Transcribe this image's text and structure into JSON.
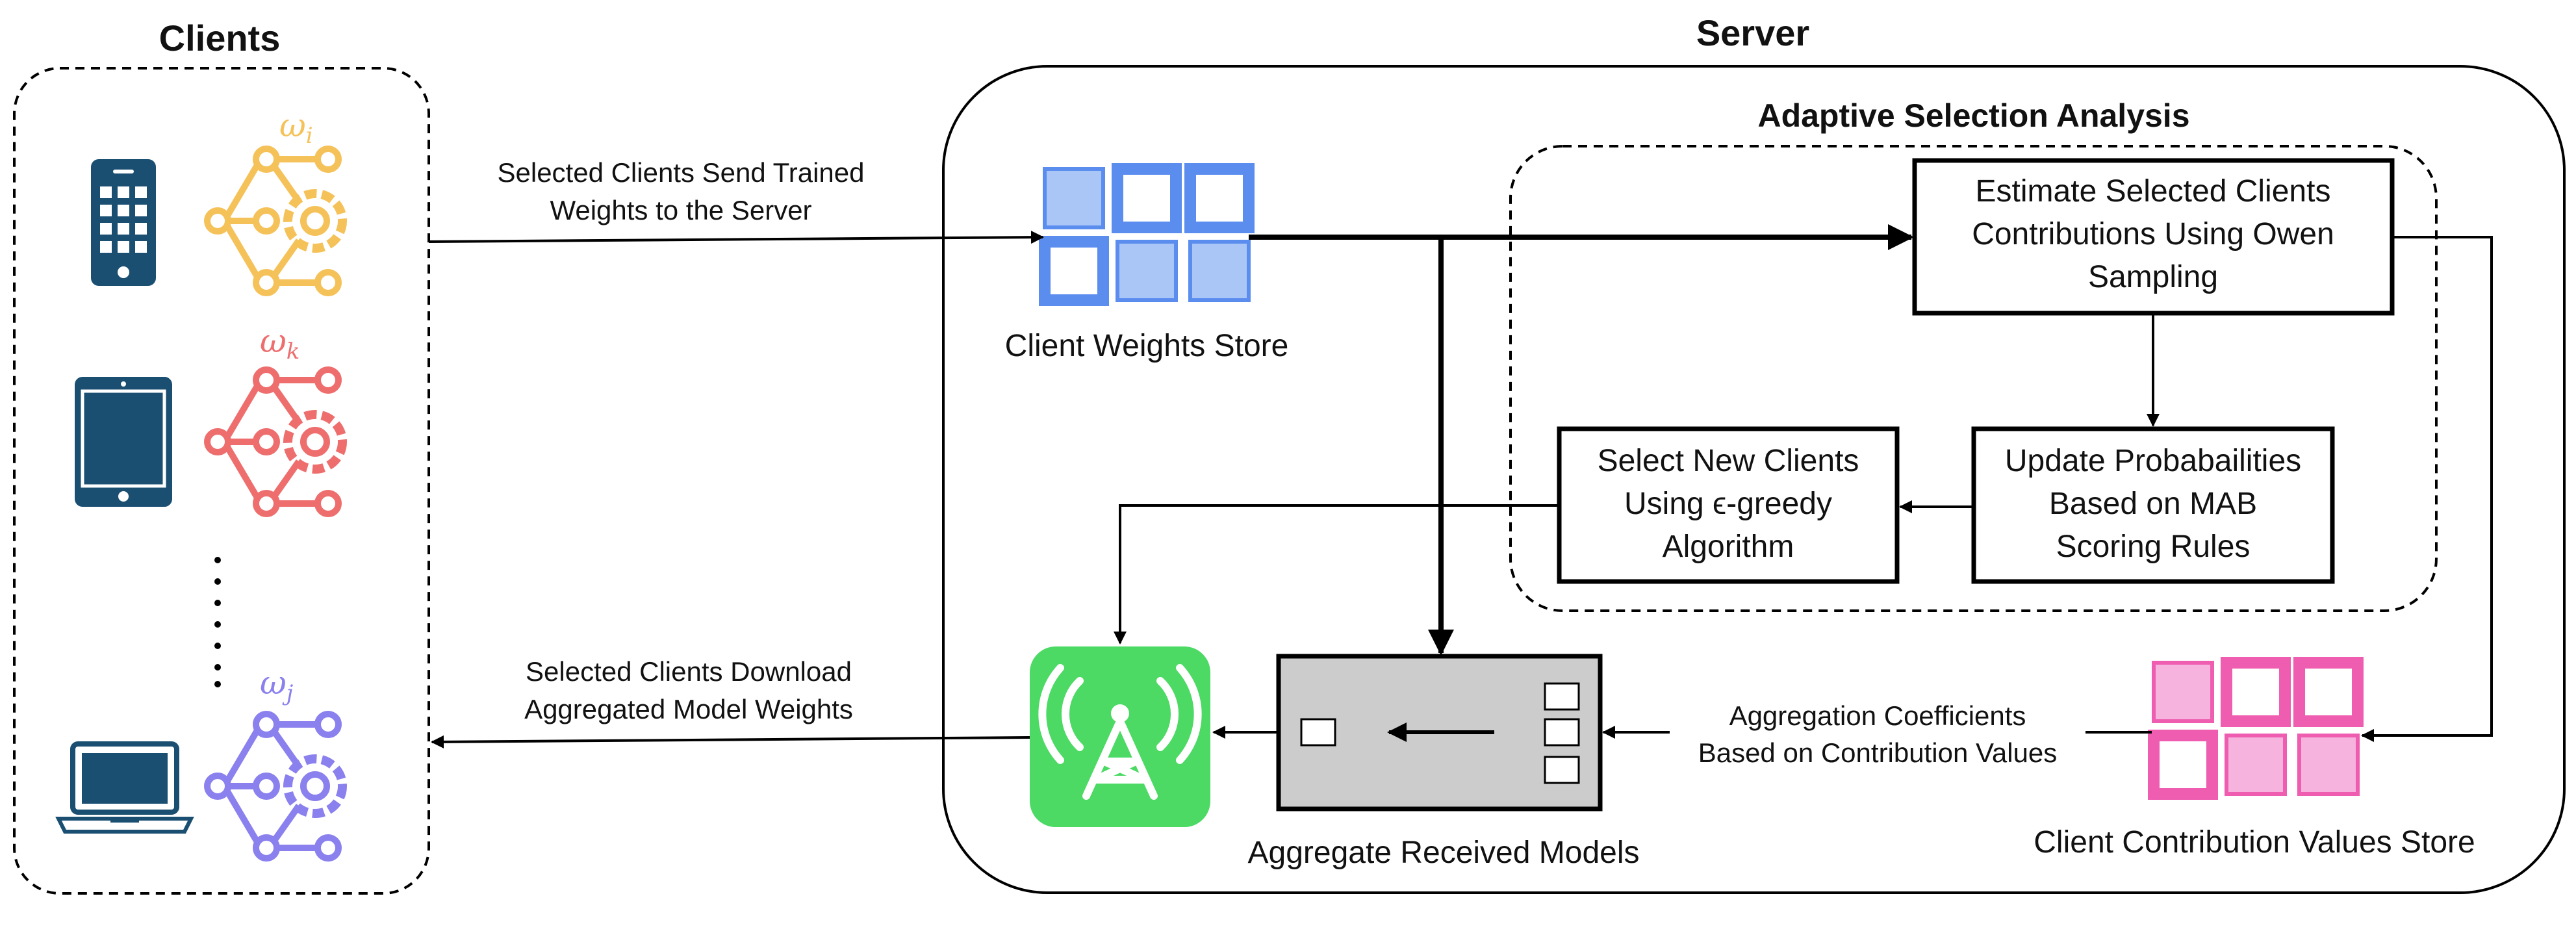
{
  "clients": {
    "title": "Clients",
    "devices": [
      {
        "type": "smartphone",
        "weight": "ω",
        "sub": "i",
        "color": "#F5C25A"
      },
      {
        "type": "tablet",
        "weight": "ω",
        "sub": "k",
        "color": "#EE6E6E"
      },
      {
        "type": "laptop",
        "weight": "ω",
        "sub": "j",
        "color": "#8A80EE"
      }
    ],
    "device_color": "#1B4F72"
  },
  "server": {
    "title": "Server",
    "analysis_title": "Adaptive Selection Analysis",
    "weights_store_label": "Client Weights Store",
    "contribution_store_label": "Client Contribution Values Store",
    "aggregate_label": "Aggregate Received Models",
    "estimate_box": [
      "Estimate Selected Clients",
      "Contributions Using Owen",
      "Sampling"
    ],
    "update_box": [
      "Update Probabailities",
      "Based on MAB",
      "Scoring Rules"
    ],
    "select_box": [
      "Select New Clients",
      "Using ϵ-greedy",
      "Algorithm"
    ]
  },
  "edges": {
    "send_weights": [
      "Selected Clients Send Trained",
      "Weights to the Server"
    ],
    "download_weights": [
      "Selected Clients Download",
      "Aggregated Model Weights"
    ],
    "aggregation_coeffs": [
      "Aggregation Coefficients",
      "Based on Contribution Values"
    ]
  },
  "colors": {
    "weights_store": "#5B8DEF",
    "contribution_store": "#EE5DB0",
    "broadcast": "#4CD964",
    "aggregator_fill": "#CCCCCC"
  }
}
